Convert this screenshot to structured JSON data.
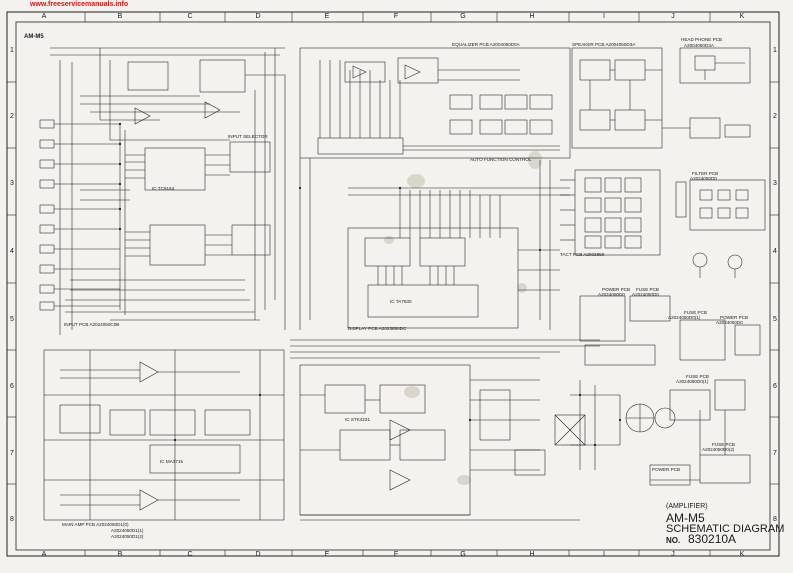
{
  "watermark": "www.freeservicemanuals.info",
  "model_label": "AM-M5",
  "columns": [
    "A",
    "B",
    "C",
    "D",
    "E",
    "F",
    "G",
    "H",
    "I",
    "J",
    "K"
  ],
  "rows": [
    "1",
    "2",
    "3",
    "4",
    "5",
    "6",
    "7",
    "8"
  ],
  "pcb_labels": {
    "equalizer": "EQUALIZER PCB A2004050D0A",
    "speaker": "SPEAKER PCB A2004050D3A",
    "headphone": "HEAD PHONE PCB",
    "headphone_no": "A2004050D3A",
    "filter": "FILTER PCB",
    "filter_no": "A2024050D0",
    "tact": "TACT PCB A2003850",
    "display": "DISPLAY PCB A2023850DC",
    "input": "INPUT PCB A2024050C0B",
    "power1": "POWER PCB",
    "power1_no": "A2024050D0",
    "fuse1": "FUSE PCB",
    "fuse1_no": "A2024050D0",
    "fuse2": "FUSE PCB",
    "fuse2_no": "A2024050D0(1)",
    "power2": "POWER PCB",
    "power2_no": "A2024050D0",
    "fuse3": "FUSE PCB",
    "fuse3_no": "A2024050D0(1)",
    "fuse4": "FUSE PCB",
    "fuse4_no": "A2024050D0(2)",
    "power3": "POWER PCB",
    "main_amp": "MAIN AMP PCB A2024050D1(0)",
    "main_amp2": "A2024050D1(1)",
    "main_amp3": "A2024050D1(2)",
    "input_selector": "INPUT SELECTOR",
    "ic_tc9164": "IC  TC9164",
    "ic_lm": "IC  TA7630",
    "ic_main": "IC  MA3715",
    "ic_power": "IC  STK4231",
    "power_ctrl": "AUTO FUNCTION CONTROL"
  },
  "title_block": {
    "line1": "(AMPLIFIER)",
    "line2": "AM-M5",
    "line3": "SCHEMATIC DIAGRAM",
    "no_label": "NO.",
    "number": "830210A"
  }
}
